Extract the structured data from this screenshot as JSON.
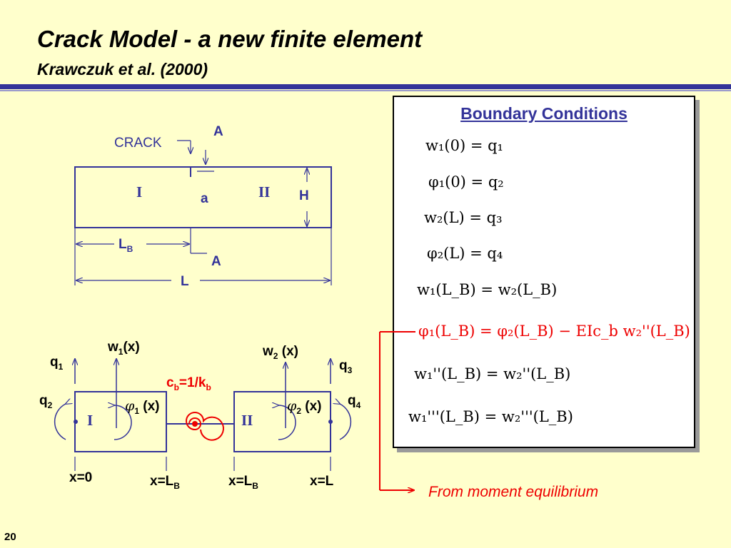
{
  "title": "Crack Model - a new finite element",
  "subtitle": "Krawczuk et al. (2000)",
  "page_number": "20",
  "beam": {
    "crack_label": "CRACK",
    "section_top": "A",
    "section_bottom": "A",
    "crack_depth": "a",
    "height": "H",
    "region_1": "I",
    "region_2": "II",
    "lb": "L",
    "lb_sub": "B",
    "l": "L"
  },
  "elements": {
    "w1": "w",
    "w1_sub": "1",
    "w1_arg": "(x)",
    "w2": "w",
    "w2_sub": "2",
    "w2_arg": " (x)",
    "q1": "q",
    "q1_sub": "1",
    "q2": "q",
    "q2_sub": "2",
    "q3": "q",
    "q3_sub": "3",
    "q4": "q",
    "q4_sub": "4",
    "phi1_sub": "1",
    "phi1_arg": " (x)",
    "phi2_sub": "2",
    "phi2_arg": " (x)",
    "spring": "c",
    "spring_sub": "b",
    "spring_eq": "=1/k",
    "spring_eq_sub": "b",
    "element_1": "I",
    "element_2": "II",
    "x0": "x=0",
    "xlb_a": "x=L",
    "xlb_a_sub": "B",
    "xlb_b": "x=L",
    "xlb_b_sub": "B",
    "xl": "x=L"
  },
  "boundary_conditions": {
    "heading": "Boundary Conditions",
    "eq1": "w₁(0) = q₁",
    "eq2": "φ₁(0) = q₂",
    "eq3": "w₂(L) = q₃",
    "eq4": "φ₂(L) = q₄",
    "eq5": "w₁(L_B) = w₂(L_B)",
    "eq6": "φ₁(L_B) = φ₂(L_B) − EIc_b w₂''(L_B)",
    "eq7": "w₁''(L_B) = w₂''(L_B)",
    "eq8": "w₁'''(L_B) = w₂'''(L_B)"
  },
  "note": "From moment equilibrium",
  "colors": {
    "accent": "#333399",
    "highlight": "#ee0000",
    "background": "#ffffcc"
  }
}
